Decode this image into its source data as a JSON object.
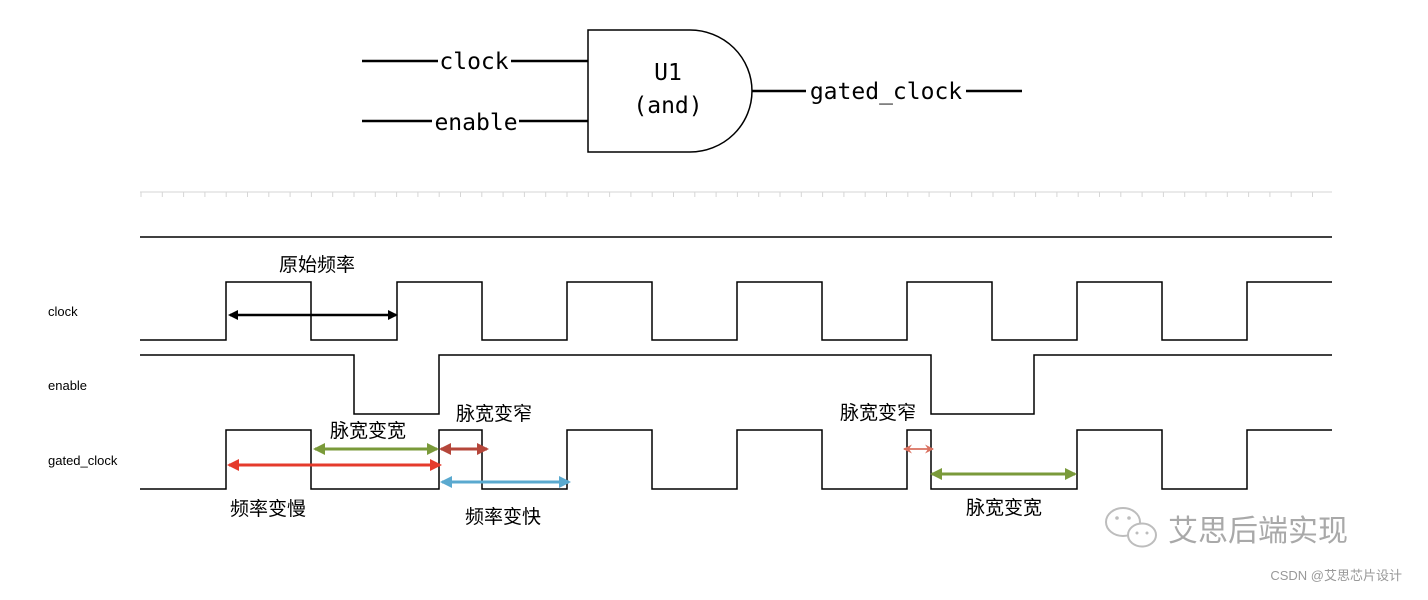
{
  "gate": {
    "inputs": [
      "clock",
      "enable"
    ],
    "name": "U1",
    "type_label": "(and)",
    "output": "gated_clock"
  },
  "signals": [
    "clock",
    "enable",
    "gated_clock"
  ],
  "annotations": {
    "original_freq": "原始频率",
    "width_wider_1": "脉宽变宽",
    "width_narrower_1": "脉宽变窄",
    "width_narrower_2": "脉宽变窄",
    "freq_slower": "频率变慢",
    "freq_faster": "频率变快",
    "width_wider_2": "脉宽变宽"
  },
  "colors": {
    "black": "#000000",
    "red": "#e53b2c",
    "green": "#7a9a3a",
    "dark_red": "#b5463a",
    "blue": "#5aa9cf",
    "soft_red": "#d9705f"
  },
  "watermark": {
    "icon": "wechat-icon",
    "text": "艾思后端实现"
  },
  "credit": "CSDN @艾思芯片设计"
}
